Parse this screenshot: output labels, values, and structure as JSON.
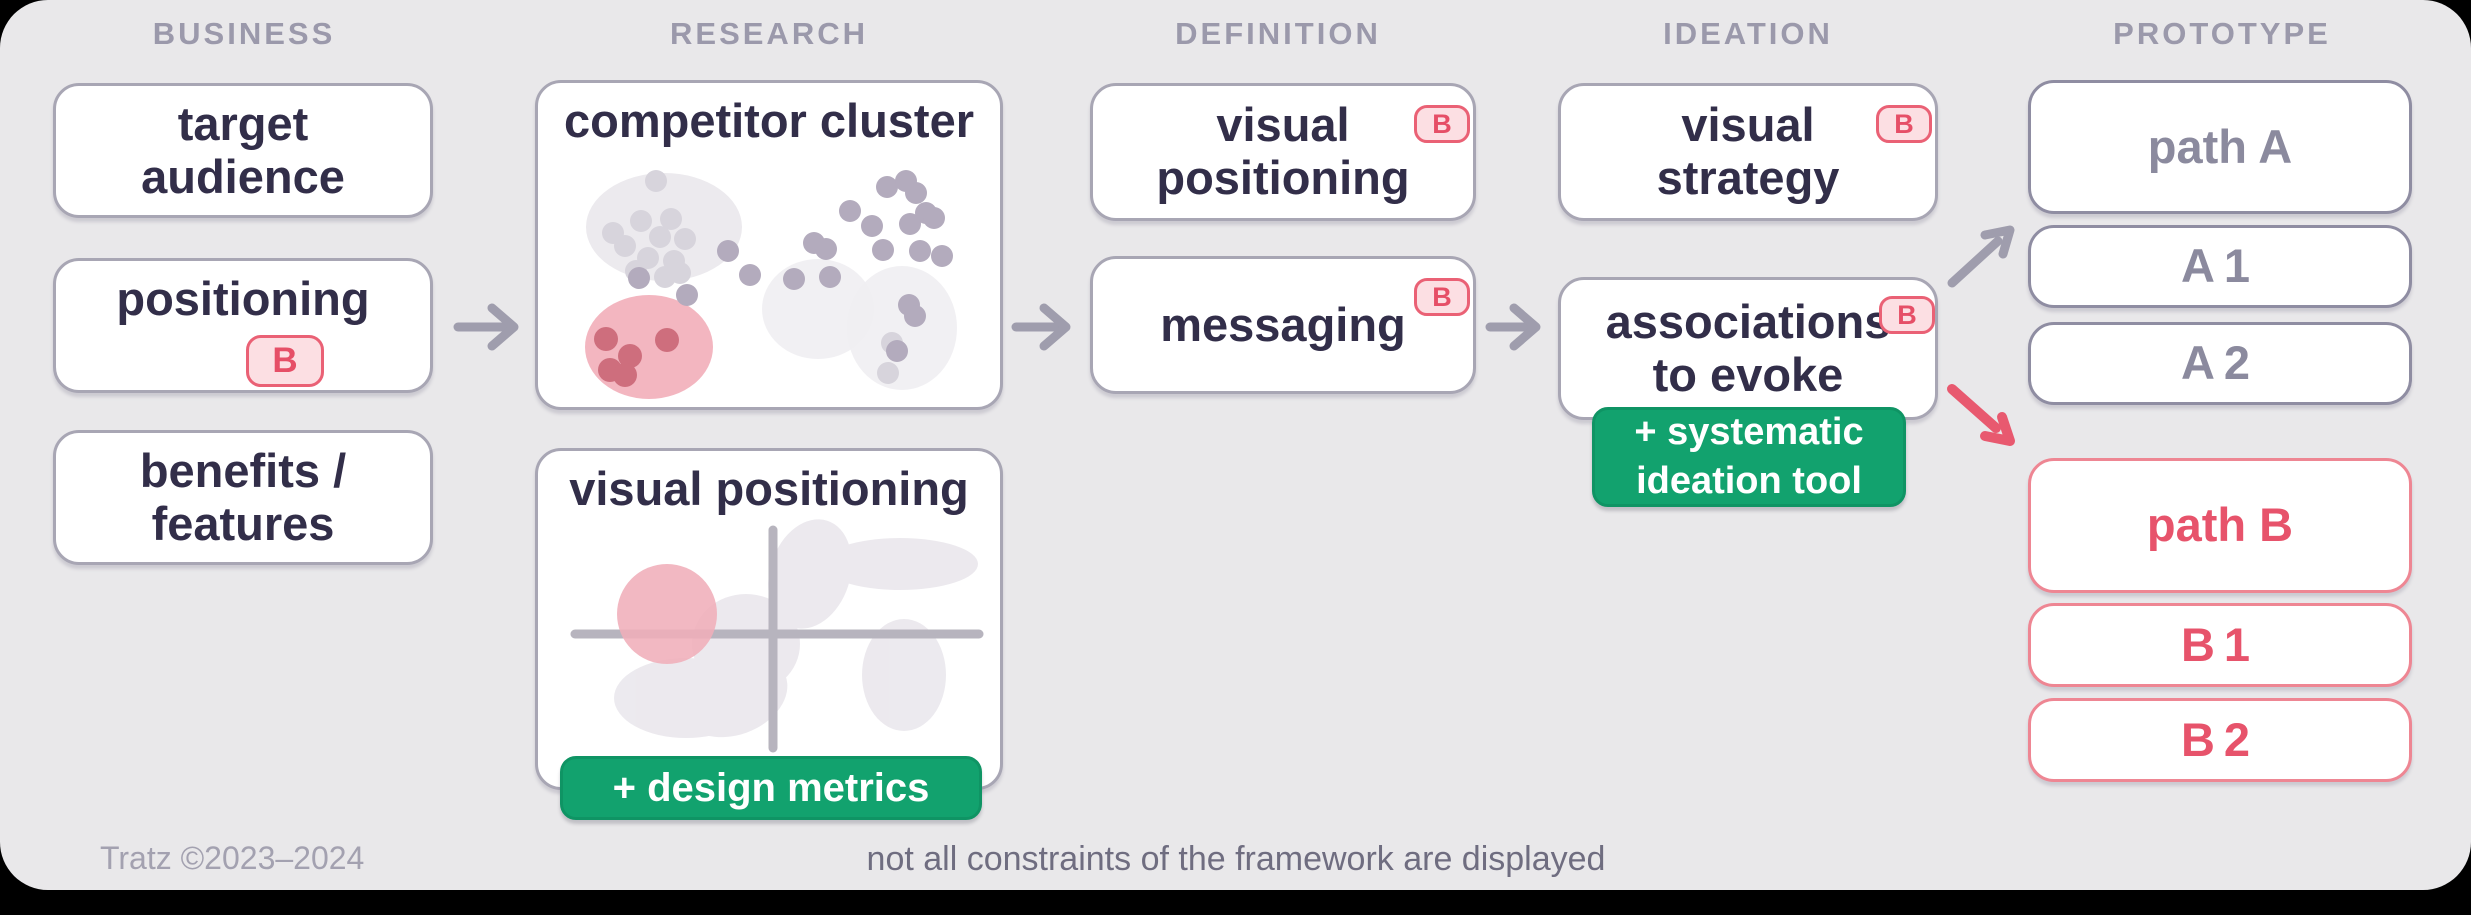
{
  "title_row": {
    "business": "BUSINESS",
    "research": "RESEARCH",
    "definition": "DEFINITION",
    "ideation": "IDEATION",
    "prototype": "PROTOTYPE"
  },
  "business": {
    "target_audience": "target\naudience",
    "positioning": "positioning",
    "benefits_features": "benefits /\nfeatures"
  },
  "research": {
    "competitor_cluster_title": "competitor cluster",
    "visual_positioning_title": "visual positioning",
    "cluster_graphic": "cluster-scatter-graphic",
    "quadrant_graphic": "quadrant-map-graphic"
  },
  "definition": {
    "visual_positioning": "visual\npositioning",
    "messaging": "messaging"
  },
  "ideation": {
    "visual_strategy": "visual\nstrategy",
    "associations_to_evoke": "associations\nto evoke"
  },
  "prototype": {
    "path_a": "path A",
    "a1": "A1",
    "a2": "A2",
    "path_b": "path B",
    "b1": "B1",
    "b2": "B2"
  },
  "badges": {
    "b": "B",
    "design_metrics": "+ design metrics",
    "systematic_ideation": "+ systematic\nideation tool"
  },
  "footer": {
    "credit": "Tratz ©2023–2024",
    "note": "not all constraints of the framework are displayed"
  },
  "colors": {
    "background": "#e9e8ea",
    "card_border": "#a8a6b4",
    "card_text": "#322e49",
    "muted_gray": "#9b99ab",
    "accent_green": "#12a26e",
    "accent_red": "#e7536b",
    "badge_pink_fill": "#fcdfe3",
    "arrow_gray": "#9f9dad",
    "arrow_red": "#e8596f"
  }
}
